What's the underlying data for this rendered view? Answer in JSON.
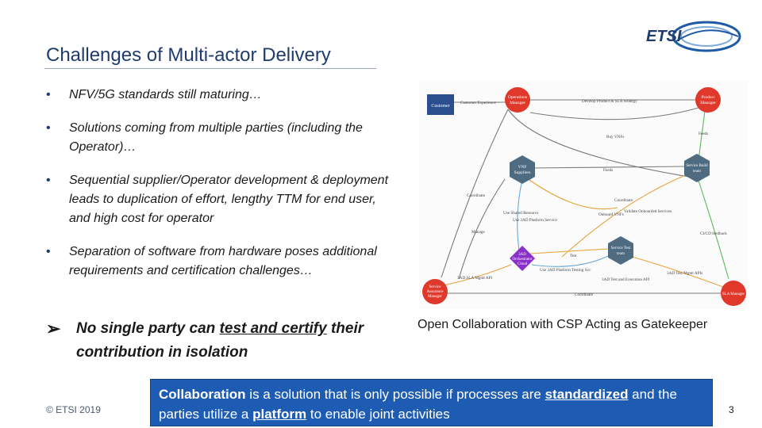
{
  "slide": {
    "title": "Challenges of Multi-actor Delivery",
    "logo_text": "ETSI",
    "bullets": [
      "NFV/5G standards still maturing…",
      "Solutions coming from multiple parties (including the Operator)…",
      "Sequential supplier/Operator development & deployment leads to duplication of effort, lengthy TTM for end user, and high cost for operator",
      "Separation of software from hardware poses additional requirements and certification challenges…"
    ],
    "key_point": {
      "prefix": "No single party can ",
      "underlined": "test and certify",
      "suffix": " their contribution in isolation"
    },
    "diagram_caption": "Open Collaboration with CSP Acting as Gatekeeper",
    "callout": {
      "part1": "Collaboration",
      "part2": " is a solution that is only possible if processes are ",
      "part3": "standardized",
      "part4": " and the parties utilize a ",
      "part5": "platform",
      "part6": " to enable joint activities"
    },
    "footer": "© ETSI 2019",
    "page_number": "3"
  },
  "diagram": {
    "nodes": {
      "customer": "Customer",
      "operations_manager": [
        "Operations",
        "Manager"
      ],
      "product_manager": [
        "Product",
        "Manager"
      ],
      "vnf_suppliers": [
        "VNF",
        "Suppliers"
      ],
      "service_build_team": [
        "Service Build",
        "team"
      ],
      "service_test_team": [
        "Service Test",
        "team"
      ],
      "3ad": [
        "3AD",
        "Orchestrator",
        "Cloud"
      ],
      "service_assurance": [
        "Service",
        "Assurance",
        "Manager"
      ],
      "sla_manager": "SLA Manager"
    },
    "edge_labels": {
      "customer_experience": "Customer Experience",
      "develop_product": "Develop Product & SLA Strategy",
      "buy_vnfs": "Buy VNFs",
      "feeds_top": "Feeds",
      "feeds_mid": "Feeds",
      "coordinate_left": "Coordinate",
      "coordinate_mid": "Coordinate",
      "onboard_vnfs": "Onboard VNFs",
      "validate_services": "Validate Onboarded Services",
      "use_shared_resource": "Use Shared Resource",
      "use_3ad_platform": "Use 3AD Platform Service",
      "manage": "Manage",
      "cicd_feedback": "CI/CD feedback",
      "test": "Test",
      "use_3ad_testing": "Use 3AD Platform Testing Svc",
      "3ad_sla_api": "3AD SLA Mgmt API",
      "3ad_test_apis": "3AD Test Mgmt APIs",
      "3ad_test_exec": "3AD Test and Execution API",
      "coordinate_bottom": "Coordinate"
    }
  }
}
